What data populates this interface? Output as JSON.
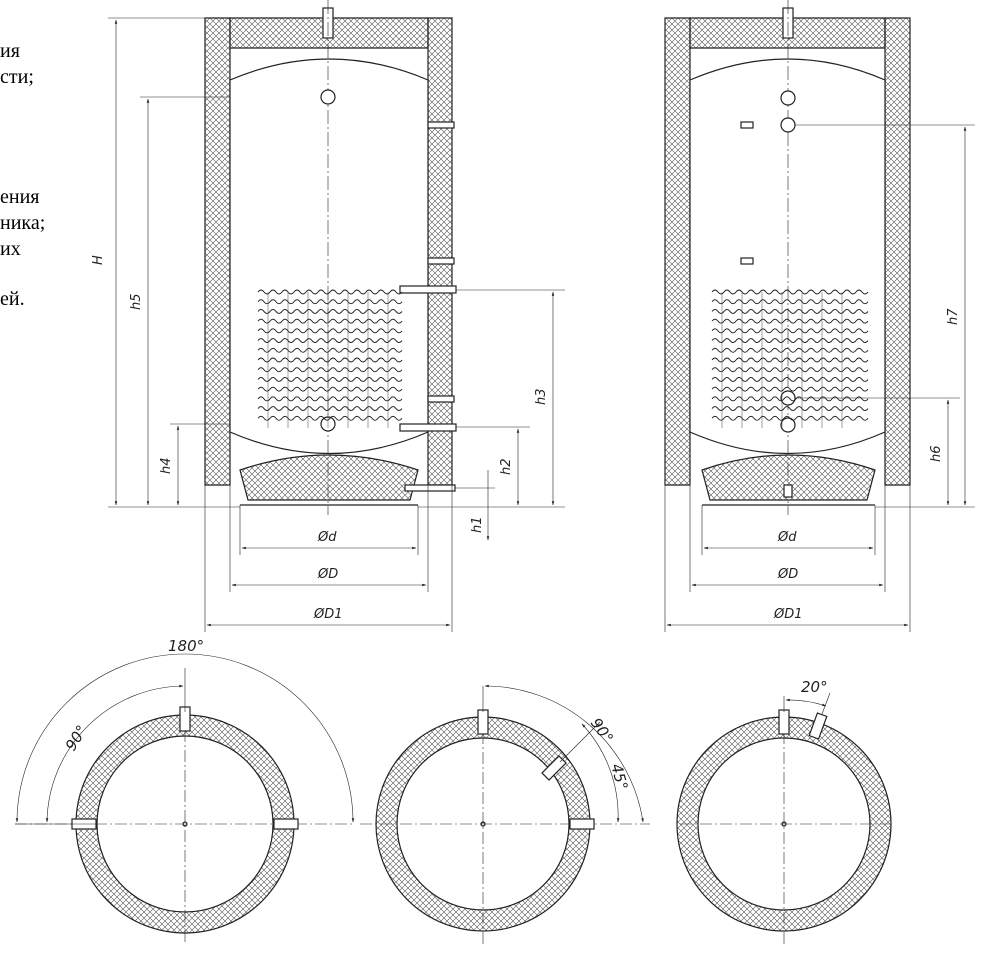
{
  "legend": {
    "lines": [
      "ия",
      "сти;",
      "ения",
      "ника;",
      "их",
      "ей."
    ]
  },
  "left_view": {
    "height_label": "H",
    "h5_label": "h5",
    "h4_label": "h4",
    "h3_label": "h3",
    "h2_label": "h2",
    "h1_label": "h1",
    "d_label": "Ød",
    "D_label": "ØD",
    "D1_label": "ØD1"
  },
  "right_view": {
    "h7_label": "h7",
    "h6_label": "h6",
    "d_label": "Ød",
    "D_label": "ØD",
    "D1_label": "ØD1"
  },
  "plan_views": {
    "a_outer_angle": "180°",
    "a_inner_angle": "90°",
    "b_angle_90": "90°",
    "b_angle_45": "45°",
    "c_angle": "20°"
  },
  "colors": {
    "line": "#222222",
    "hatch": "#555555",
    "background": "#ffffff"
  }
}
